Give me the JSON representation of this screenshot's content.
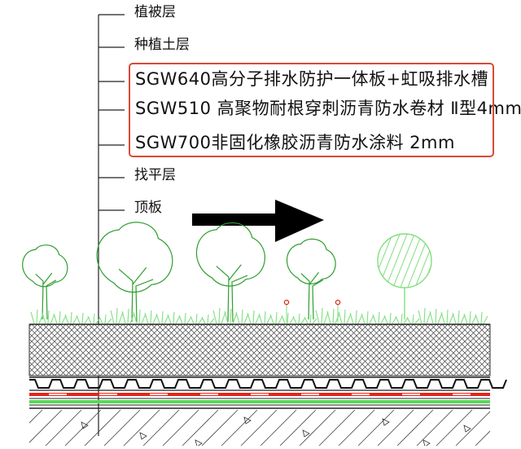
{
  "labels": {
    "l1": "植被层",
    "l2": "种植土层",
    "l3": "SGW640高分子排水防护一体板+虹吸排水槽",
    "l4": "SGW510 高聚物耐根穿刺沥青防水卷材 Ⅱ型4mm",
    "l5": "SGW700非固化橡胶沥青防水涂料 2mm",
    "l6": "找平层",
    "l7": "顶板"
  },
  "colors": {
    "highlight": "#d94a36",
    "grass": "#7ee07e",
    "tree": "#2f9e2f",
    "layer_red": "#e4261c",
    "layer_green": "#5ad65a",
    "arrow": "#000000"
  },
  "icons": {
    "arrow": "arrow-right-icon",
    "tree": "tree-icon",
    "flower": "flower-icon"
  }
}
